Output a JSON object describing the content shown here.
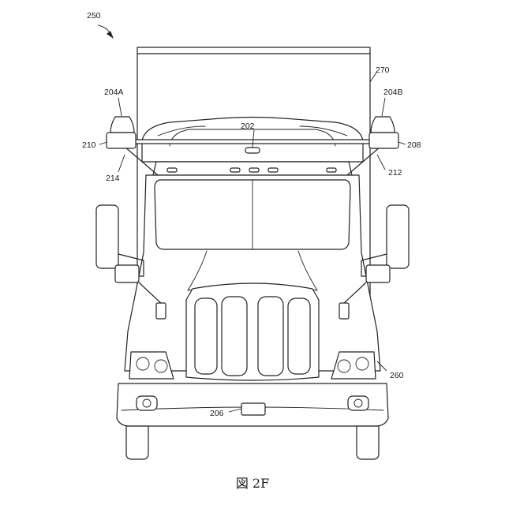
{
  "labels": {
    "fig_ref": "250",
    "sensor_roof": "202",
    "sensor_left": "204A",
    "sensor_right": "204B",
    "sensor_bumper": "206",
    "mount_right": "208",
    "mount_left": "210",
    "arm_right": "212",
    "arm_left": "214",
    "tractor": "260",
    "trailer": "270"
  },
  "caption": "図 2F"
}
